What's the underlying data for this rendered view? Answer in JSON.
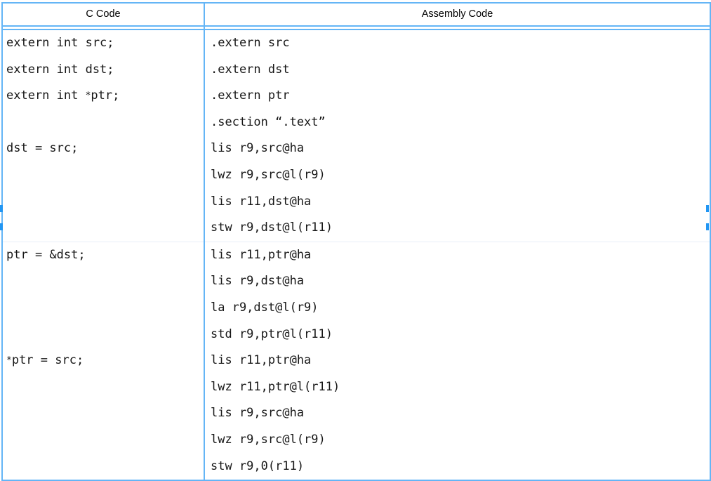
{
  "table": {
    "headers": {
      "c": "C Code",
      "asm": "Assembly Code"
    },
    "border_color": "#64b5f6",
    "separator_color": "#e8eef7",
    "rows": [
      {
        "c": [
          "extern int src;",
          "extern int dst;",
          "extern int *ptr;",
          "",
          "dst = src;",
          "",
          "",
          ""
        ],
        "asm": [
          ".extern src",
          ".extern dst",
          ".extern ptr",
          ".section “.text”",
          "lis r9,src@ha",
          "lwz r9,src@l(r9)",
          "lis r11,dst@ha",
          "stw r9,dst@l(r11)"
        ]
      },
      {
        "c": [
          "ptr = &dst;",
          "",
          "",
          "",
          "*ptr = src;",
          "",
          "",
          "",
          ""
        ],
        "asm": [
          "lis r11,ptr@ha",
          "lis r9,dst@ha",
          "la r9,dst@l(r9)",
          "std r9,ptr@l(r11)",
          "lis r11,ptr@ha",
          "lwz r11,ptr@l(r11)",
          "lis r9,src@ha",
          "lwz r9,src@l(r9)",
          "stw r9,0(r11)"
        ]
      }
    ]
  }
}
